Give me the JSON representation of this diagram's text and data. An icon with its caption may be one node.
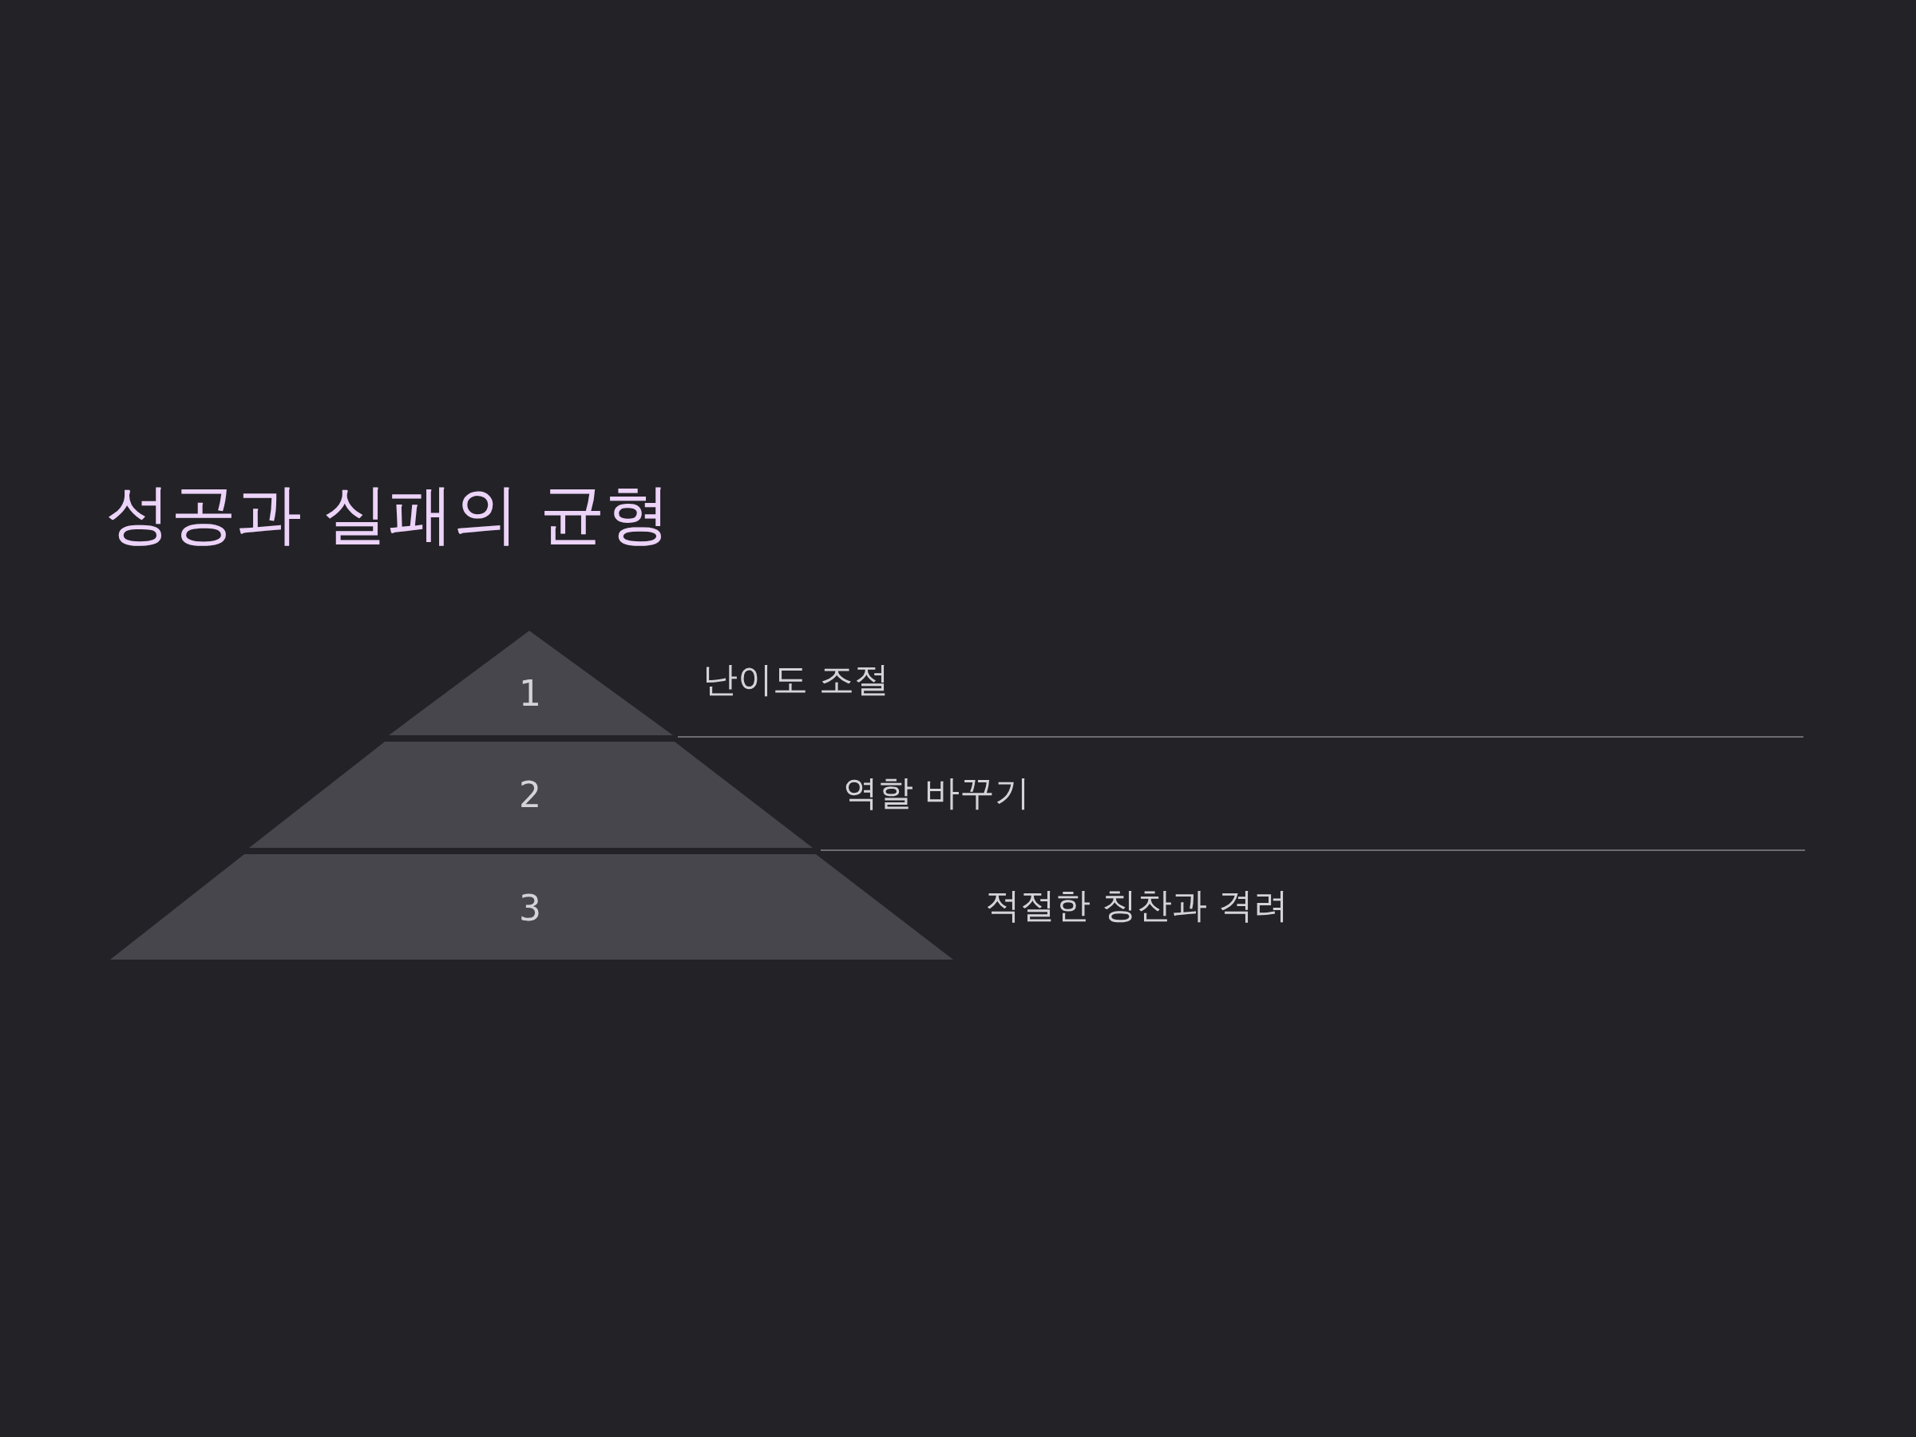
{
  "diagram": {
    "title": "성공과 실패의 균형",
    "nodes": [
      {
        "text": [
          "1"
        ],
        "beside": [
          "난이도 조절"
        ]
      },
      {
        "text": [
          "2"
        ],
        "beside": [
          "역할 바꾸기"
        ]
      },
      {
        "text": [
          "3"
        ],
        "beside": [
          "적절한 칭찬과 격려"
        ]
      }
    ]
  }
}
